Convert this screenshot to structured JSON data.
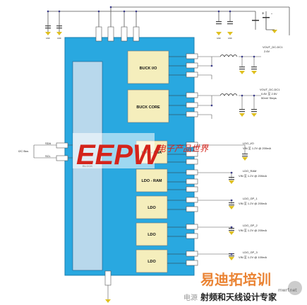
{
  "diagram": {
    "main_block": {
      "label": "BLOCK"
    },
    "blocks": [
      {
        "id": "buck_io",
        "label": "BUCK I/O"
      },
      {
        "id": "buck_core",
        "label": "BUCK CORE"
      },
      {
        "id": "ldo_ana",
        "label": "LDO - ANA"
      },
      {
        "id": "ldo_ram",
        "label": "LDO - RAM"
      },
      {
        "id": "ldo_1",
        "label": "LDO"
      },
      {
        "id": "ldo_2",
        "label": "LDO"
      },
      {
        "id": "ldo_3",
        "label": "LDO"
      }
    ],
    "outputs": [
      {
        "id": "out1",
        "name": "VOUT_DC-DC1",
        "spec": "2.6V"
      },
      {
        "id": "out2",
        "name": "VOUT_DC-DC1",
        "spec": "0.8V 至 2.5V",
        "spec2": "50mV Steps"
      },
      {
        "id": "out3",
        "name": "LDO_I/O",
        "spec": "VIN 至 1.2V @ 200mA"
      },
      {
        "id": "out4",
        "name": "LDO_RAM",
        "spec": "VIN 至 1.2V @ 200mA"
      },
      {
        "id": "out5",
        "name": "LDO_GP_1",
        "spec": "VIN 至 1.2V @ 200mA"
      },
      {
        "id": "out6",
        "name": "LDO_GP_2",
        "spec": "VIN 至 1.2V @ 200mA"
      },
      {
        "id": "out7",
        "name": "LDO_GP_3",
        "spec": "VIN 至 1.2V @ 100mA"
      }
    ],
    "i2c": {
      "bus_label": "I2C Bus",
      "sda": "SDA",
      "scl": "SCL"
    },
    "battery": {
      "plus": "+",
      "minus": "-"
    },
    "watermark": {
      "logo": "EEPW",
      "tagline": "电子产品世界",
      "brand": "易迪拓培训",
      "sub": "射频和天线设计专家",
      "prefix": "电源",
      "site": "mwrf.net"
    }
  }
}
